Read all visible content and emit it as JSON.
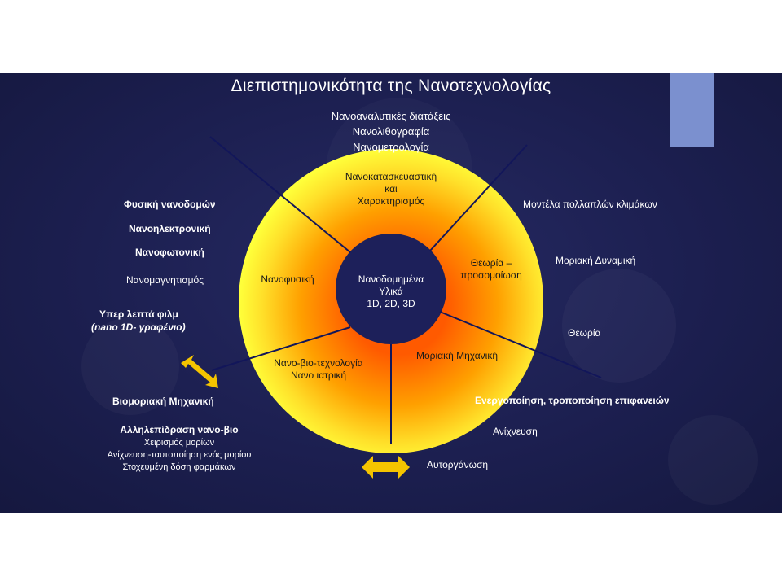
{
  "title": "Διεπιστημονικότητα της Νανοτεχνολογίας",
  "center": {
    "line1": "Νανοδομημένα",
    "line2": "Υλικά",
    "line3": "1D, 2D, 3D"
  },
  "segments": {
    "top": {
      "line1": "Νανοκατασκευαστική",
      "line2": "και",
      "line3": "Χαρακτηρισμός"
    },
    "right": {
      "line1": "Θεωρία –",
      "line2": "προσομοίωση"
    },
    "bottom_right": "Μοριακή Μηχανική",
    "bottom_left": {
      "line1": "Νανο-βιο-τεχνολογία",
      "line2": "Νανο ιατρική"
    },
    "left": "Νανοφυσική"
  },
  "top_labels": [
    "Νανοαναλυτικές διατάξεις",
    "Νανολιθογραφία",
    "Νανομετρολογία"
  ],
  "left_labels": {
    "fysiki": "Φυσική νανοδομών",
    "nanoelec": "Νανοηλεκτρονική",
    "nanofot": "Νανοφωτονική",
    "nanomag": "Νανομαγνητισμός",
    "film": "Υπερ λεπτά φιλμ",
    "film_sub": "(nano 1D- γραφένιο)"
  },
  "bottom_left_labels": {
    "biomol": "Βιομοριακή Μηχανική",
    "interact": "Αλληλεπίδραση νανο-βιο",
    "handling": "Χειρισμός μορίων",
    "detection": "Ανίχνευση-ταυτοποίηση ενός μορίου",
    "dose": "Στοχευμένη δόση φαρμάκων"
  },
  "right_labels": {
    "multiscale": "Μοντέλα πολλαπλών κλιμάκων",
    "dynamics": "Μοριακή Δυναμική",
    "theory": "Θεωρία"
  },
  "bottom_right_labels": {
    "surface": "Ενεργοποίηση, τροποποίηση επιφανειών",
    "detect": "Ανίχνευση",
    "selforg": "Αυτοργάνωση"
  },
  "colors": {
    "background": "#1c1f50",
    "accent_bar": "#7b90cf",
    "ring_inner": "#ff6a00",
    "ring_outer": "#ffff33",
    "arrow": "#f5c400",
    "lines": "#12165a"
  }
}
